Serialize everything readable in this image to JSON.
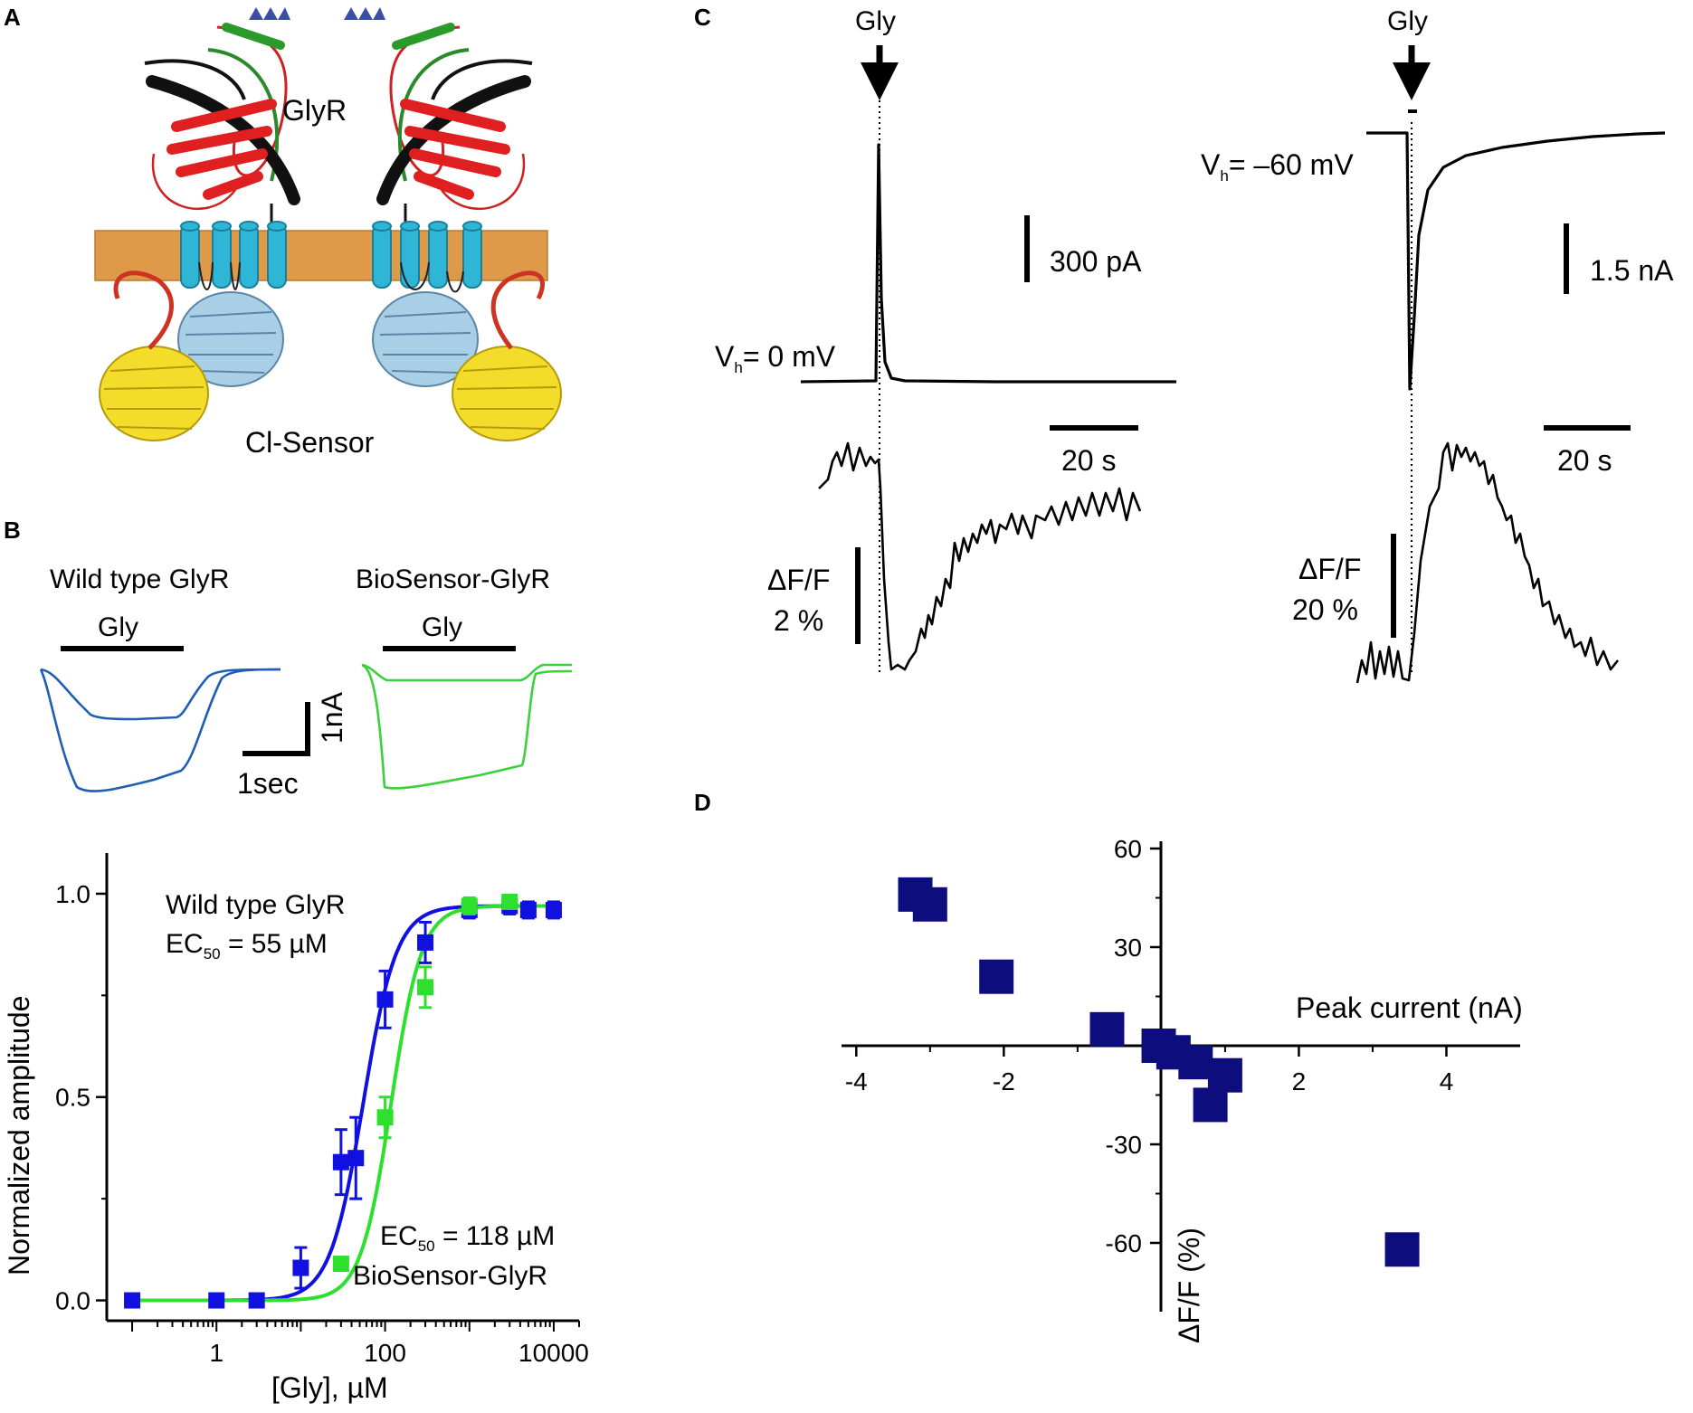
{
  "panels": {
    "a": "A",
    "b": "B",
    "c": "C",
    "d": "D"
  },
  "panelA": {
    "receptor_label": "GlyR",
    "sensor_label": "Cl-Sensor"
  },
  "panelB": {
    "wild_title": "Wild type GlyR",
    "bio_title": "BioSensor-GlyR",
    "gly_label": "Gly",
    "scale_current": "1nA",
    "scale_time": "1sec",
    "wild_color": "#1f5fb3",
    "bio_color": "#3ad13a",
    "legend_wild": "Wild type GlyR",
    "ec50_prefix": "EC",
    "ec50_sub": "50",
    "ec50_wild_value": " = 55 µM",
    "ec50_bio_value": " = 118 µM",
    "legend_bio": "BioSensor-GlyR"
  },
  "panelC": {
    "gly_label": "Gly",
    "left": {
      "vh_prefix": "V",
      "vh_sub": "h",
      "vh_value": "= 0 mV",
      "current_scale": "300 pA",
      "time_scale": "20 s",
      "df_label": "ΔF/F",
      "df_scale": "2 %"
    },
    "right": {
      "vh_prefix": "V",
      "vh_sub": "h",
      "vh_value": "= –60 mV",
      "current_scale": "1.5 nA",
      "time_scale": "20 s",
      "df_label": "ΔF/F",
      "df_scale": "20 %"
    }
  },
  "chart_data": [
    {
      "type": "scatter",
      "title": "",
      "xlabel": "[Gly], µM",
      "ylabel": "Normalized amplitude",
      "xscale": "log",
      "xlim": [
        0.05,
        20000
      ],
      "ylim": [
        -0.05,
        1.1
      ],
      "xticks": [
        {
          "v": 1,
          "label": "1"
        },
        {
          "v": 100,
          "label": "100"
        },
        {
          "v": 10000,
          "label": "10000"
        }
      ],
      "yticks": [
        {
          "v": 0,
          "label": "0.0"
        },
        {
          "v": 0.5,
          "label": "0.5"
        },
        {
          "v": 1,
          "label": "1.0"
        }
      ],
      "series": [
        {
          "name": "Wild type GlyR",
          "color": "#1010e0",
          "ec50": 55,
          "hill": 2.2,
          "points": [
            {
              "x": 0.1,
              "y": 0.0,
              "err": 0.0
            },
            {
              "x": 1,
              "y": 0.0,
              "err": 0.0
            },
            {
              "x": 3,
              "y": 0.0,
              "err": 0.0
            },
            {
              "x": 10,
              "y": 0.08,
              "err": 0.05
            },
            {
              "x": 30,
              "y": 0.34,
              "err": 0.08
            },
            {
              "x": 45,
              "y": 0.35,
              "err": 0.1
            },
            {
              "x": 100,
              "y": 0.74,
              "err": 0.07
            },
            {
              "x": 300,
              "y": 0.88,
              "err": 0.05
            },
            {
              "x": 1000,
              "y": 0.96,
              "err": 0.02
            },
            {
              "x": 3000,
              "y": 0.97,
              "err": 0.02
            },
            {
              "x": 5000,
              "y": 0.96,
              "err": 0.02
            },
            {
              "x": 10000,
              "y": 0.96,
              "err": 0.02
            }
          ]
        },
        {
          "name": "BioSensor-GlyR",
          "color": "#2ee02e",
          "ec50": 118,
          "hill": 2.4,
          "points": [
            {
              "x": 30,
              "y": 0.09,
              "err": 0.01
            },
            {
              "x": 100,
              "y": 0.45,
              "err": 0.05
            },
            {
              "x": 300,
              "y": 0.77,
              "err": 0.05
            },
            {
              "x": 1000,
              "y": 0.97,
              "err": 0.02
            },
            {
              "x": 3000,
              "y": 0.98,
              "err": 0.01
            }
          ]
        }
      ]
    },
    {
      "type": "scatter",
      "title": "",
      "xlabel": "Peak current (nA)",
      "ylabel": "ΔF/F (%)",
      "xlim": [
        -4.2,
        5
      ],
      "ylim": [
        -75,
        62
      ],
      "xticks": [
        {
          "v": -4,
          "label": "-4"
        },
        {
          "v": -2,
          "label": "-2"
        },
        {
          "v": 2,
          "label": "2"
        },
        {
          "v": 4,
          "label": "4"
        }
      ],
      "yticks": [
        {
          "v": 60,
          "label": "60"
        },
        {
          "v": 30,
          "label": "30"
        },
        {
          "v": -30,
          "label": "-30"
        },
        {
          "v": -60,
          "label": "-60"
        }
      ],
      "color": "#0d0d7d",
      "points": [
        {
          "x": -3.2,
          "y": 46
        },
        {
          "x": -3.0,
          "y": 43
        },
        {
          "x": -2.1,
          "y": 21
        },
        {
          "x": -0.6,
          "y": 5
        },
        {
          "x": 0.1,
          "y": 0
        },
        {
          "x": 0.3,
          "y": -2
        },
        {
          "x": 0.6,
          "y": -5
        },
        {
          "x": 1.0,
          "y": -9
        },
        {
          "x": 0.8,
          "y": -18
        },
        {
          "x": 3.4,
          "y": -62
        }
      ]
    }
  ]
}
